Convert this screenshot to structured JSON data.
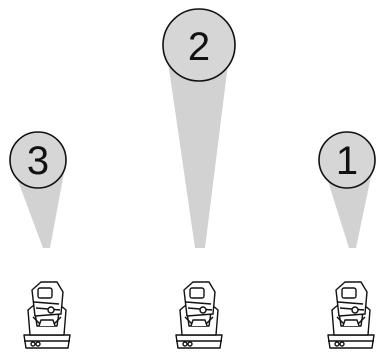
{
  "colors": {
    "beam": "#d2d2d2",
    "circle_fill": "#d6d6d6",
    "outline": "#111111",
    "fixture_fill": "#ffffff"
  },
  "fixtures": [
    {
      "label": "3"
    },
    {
      "label": "2"
    },
    {
      "label": "1"
    }
  ]
}
